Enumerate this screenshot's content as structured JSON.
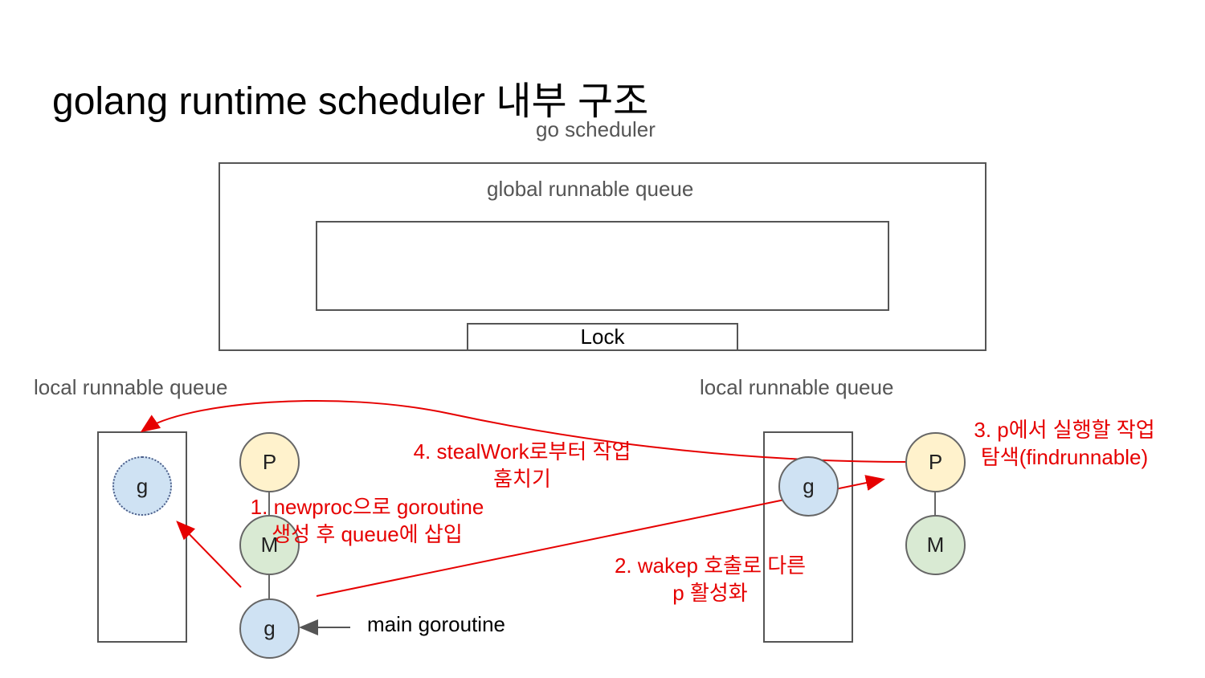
{
  "title": "golang runtime scheduler 내부 구조",
  "scheduler_label": "go scheduler",
  "global_queue_label": "global runnable queue",
  "lock_label": "Lock",
  "left_queue_label": "local runnable queue",
  "right_queue_label": "local runnable queue",
  "nodes": {
    "p": "P",
    "m": "M",
    "g": "g"
  },
  "main_goroutine_label": "main goroutine",
  "annotations": {
    "step1_line1": "1. newproc으로 goroutine",
    "step1_line2": "생성 후 queue에 삽입",
    "step2_line1": "2. wakep 호출로 다른",
    "step2_line2": "p 활성화",
    "step3_line1": "3. p에서 실행할 작업",
    "step3_line2": "탐색(findrunnable)",
    "step4_line1": "4. stealWork로부터 작업",
    "step4_line2": "훔치기"
  },
  "colors": {
    "p_fill": "#fff2cc",
    "m_fill": "#d9ead3",
    "g_fill": "#cfe2f3",
    "annotation": "#e60000"
  }
}
